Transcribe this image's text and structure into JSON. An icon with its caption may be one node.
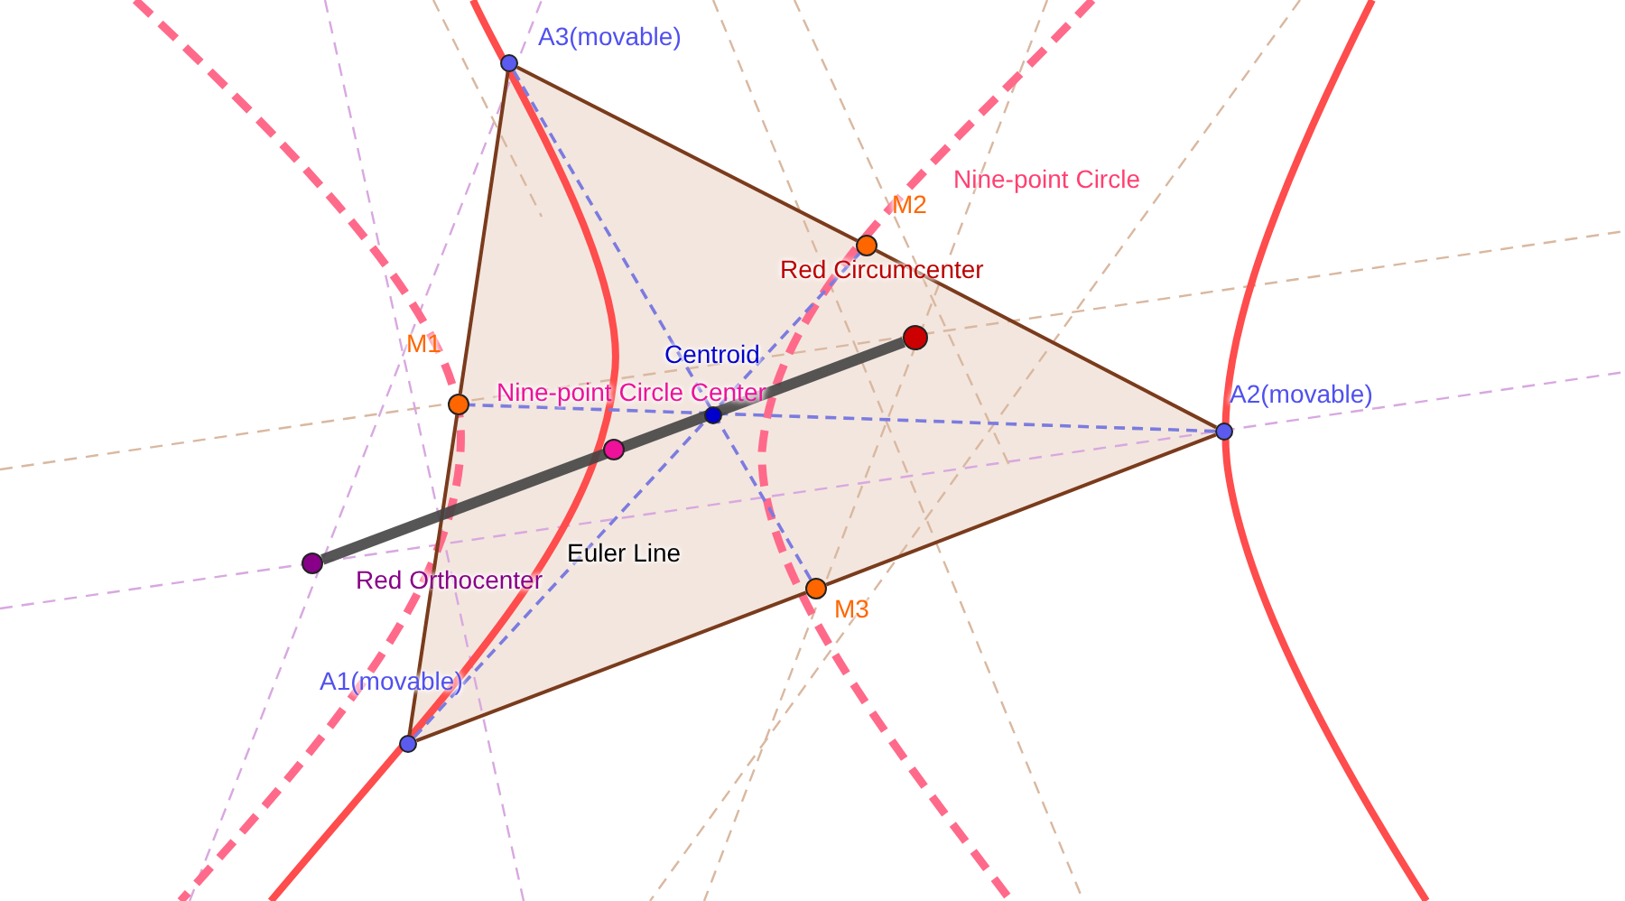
{
  "diagram": {
    "nodes": [
      {
        "text": [
          "A3(movable)"
        ]
      },
      {
        "text": [
          "A2(movable)"
        ]
      },
      {
        "text": [
          "A1(movable)"
        ]
      },
      {
        "text": [
          "M1"
        ]
      },
      {
        "text": [
          "M2"
        ]
      },
      {
        "text": [
          "M3"
        ]
      },
      {
        "text": [
          "Centroid"
        ]
      },
      {
        "text": [
          "Red Circumcenter"
        ]
      },
      {
        "text": [
          "Nine-point Circle Center"
        ]
      },
      {
        "text": [
          "Red Orthocenter"
        ]
      }
    ],
    "edges": [
      {
        "from": 0,
        "to": 4,
        "arrow": "none"
      },
      {
        "from": 4,
        "to": 1,
        "arrow": "none"
      },
      {
        "from": 1,
        "to": 5,
        "arrow": "none"
      },
      {
        "from": 5,
        "to": 2,
        "arrow": "none"
      },
      {
        "from": 2,
        "to": 3,
        "arrow": "none"
      },
      {
        "from": 3,
        "to": 0,
        "arrow": "none"
      },
      {
        "from": 0,
        "to": 5,
        "arrow": "none",
        "style": "dashed",
        "color": "#7b7be0"
      },
      {
        "from": 1,
        "to": 3,
        "arrow": "none",
        "style": "dashed",
        "color": "#7b7be0"
      },
      {
        "from": 2,
        "to": 4,
        "arrow": "none",
        "style": "dashed",
        "color": "#7b7be0"
      },
      {
        "from": 9,
        "to": 7,
        "arrow": "none",
        "style": "thick",
        "color": "#444444"
      }
    ],
    "labels": [
      "Nine-point Circle",
      "Euler Line"
    ]
  }
}
